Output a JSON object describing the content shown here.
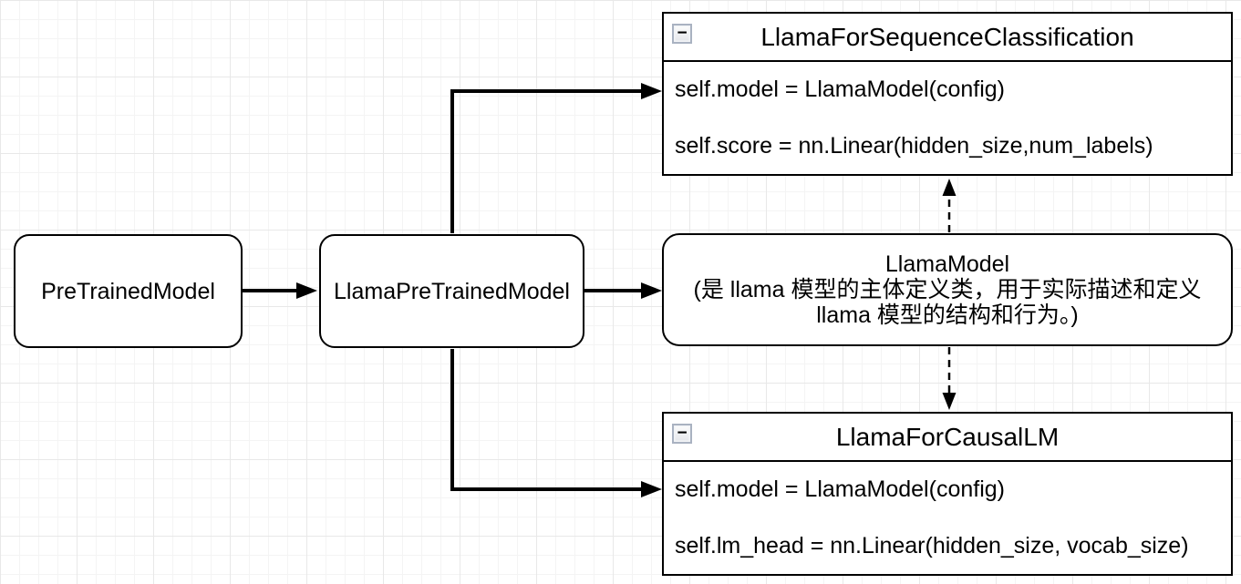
{
  "diagram": {
    "colors": {
      "stroke": "#000000",
      "node_fill": "#ffffff",
      "canvas": "#ffffff",
      "grid_minor": "#f4f4f4",
      "grid_major": "#e8e8e8",
      "collapse_btn_border": "#a9b2c1"
    },
    "nodes": {
      "pretrained_model": {
        "label": "PreTrainedModel"
      },
      "llama_pretrained_model": {
        "label": "LlamaPreTrainedModel"
      },
      "llama_for_sequence_classification": {
        "collapse_glyph": "−",
        "title": "LlamaForSequenceClassification",
        "members": [
          "self.model = LlamaModel(config)",
          "self.score = nn.Linear(hidden_size,num_labels)"
        ]
      },
      "llama_model": {
        "lines": [
          "LlamaModel",
          "(是 llama 模型的主体定义类，用于实际描述和定义",
          "llama 模型的结构和行为。)"
        ]
      },
      "llama_for_causal_lm": {
        "collapse_glyph": "−",
        "title": "LlamaForCausalLM",
        "members": [
          "self.model = LlamaModel(config)",
          "self.lm_head = nn.Linear(hidden_size, vocab_size)"
        ]
      }
    }
  }
}
